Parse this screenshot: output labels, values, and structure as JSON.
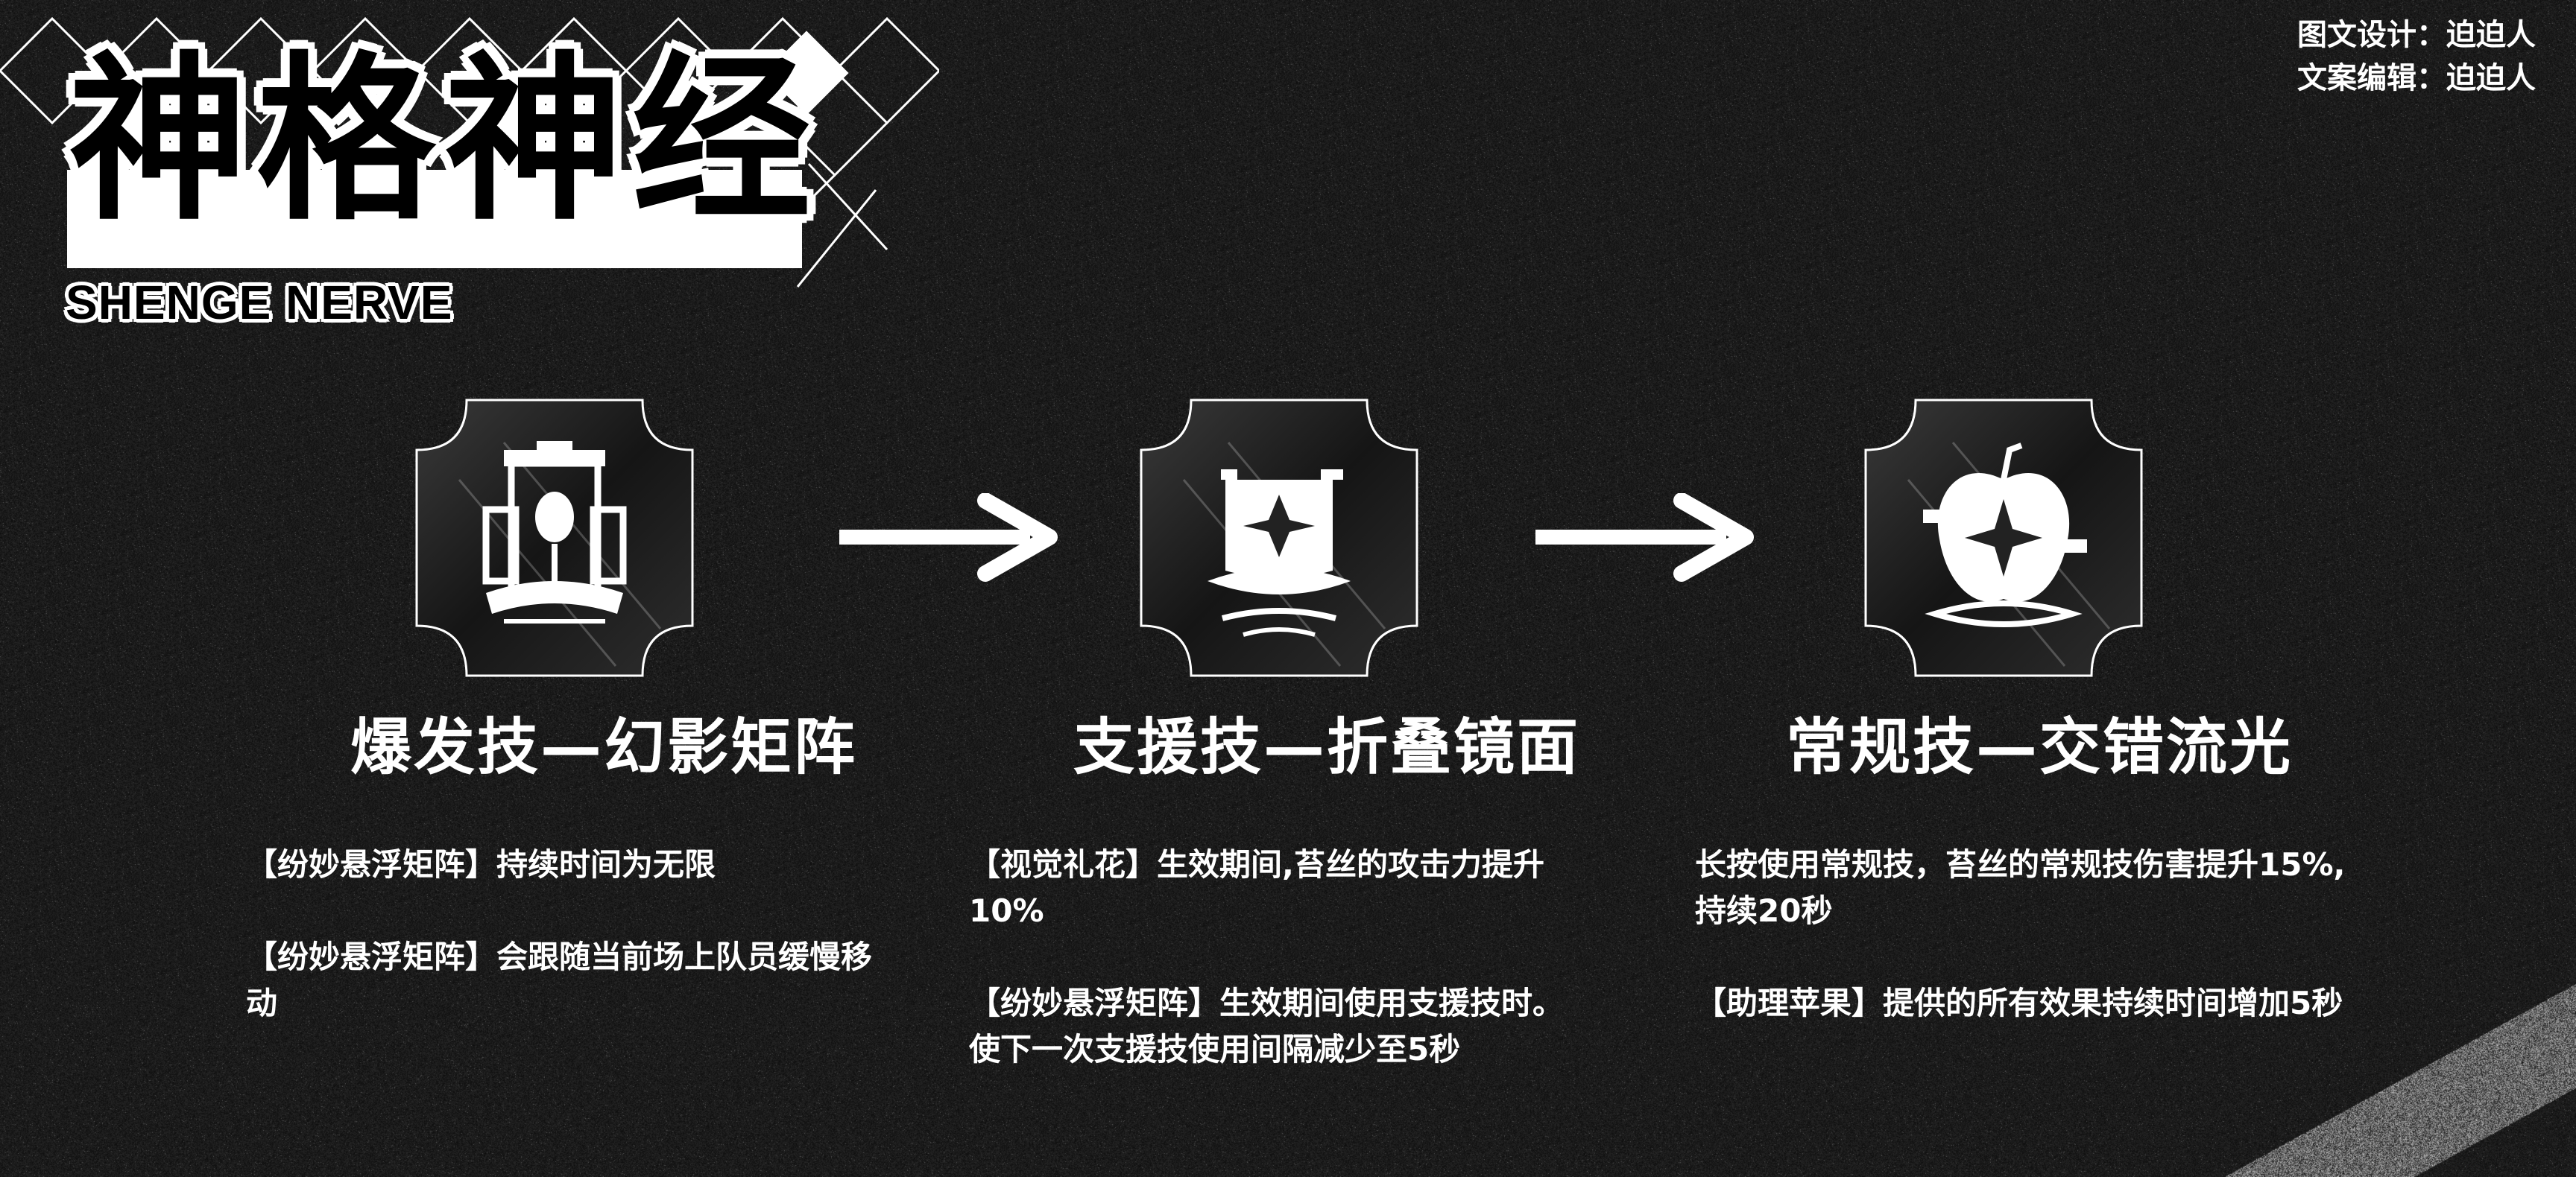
{
  "logo": {
    "title": "神格神经",
    "subtitle": "SHENGE NERVE"
  },
  "credits": {
    "design": "图文设计：迫迫人",
    "copy": "文案编辑：迫迫人"
  },
  "skills": [
    {
      "name": "爆发技—幻影矩阵",
      "icon": "phantom-matrix-icon",
      "lines": [
        "【纷妙悬浮矩阵】持续时间为无限",
        "【纷妙悬浮矩阵】会跟随当前场上队员缓慢移动"
      ]
    },
    {
      "name": "支援技—折叠镜面",
      "icon": "folding-mirror-hat-icon",
      "lines": [
        "【视觉礼花】生效期间,苔丝的攻击力提升10%",
        "【纷妙悬浮矩阵】生效期间使用支援技时。使下一次支援技使用间隔减少至5秒"
      ]
    },
    {
      "name": "常规技—交错流光",
      "icon": "crossed-streamer-apple-icon",
      "lines": [
        "长按使用常规技，苔丝的常规技伤害提升15%,持续20秒",
        "【助理苹果】提供的所有效果持续时间增加5秒"
      ]
    }
  ],
  "colors": {
    "background": "#0c0c0c",
    "text": "#ffffff",
    "accent": "#ffffff"
  },
  "arrows": [
    "arrow-right-icon",
    "arrow-right-icon"
  ]
}
